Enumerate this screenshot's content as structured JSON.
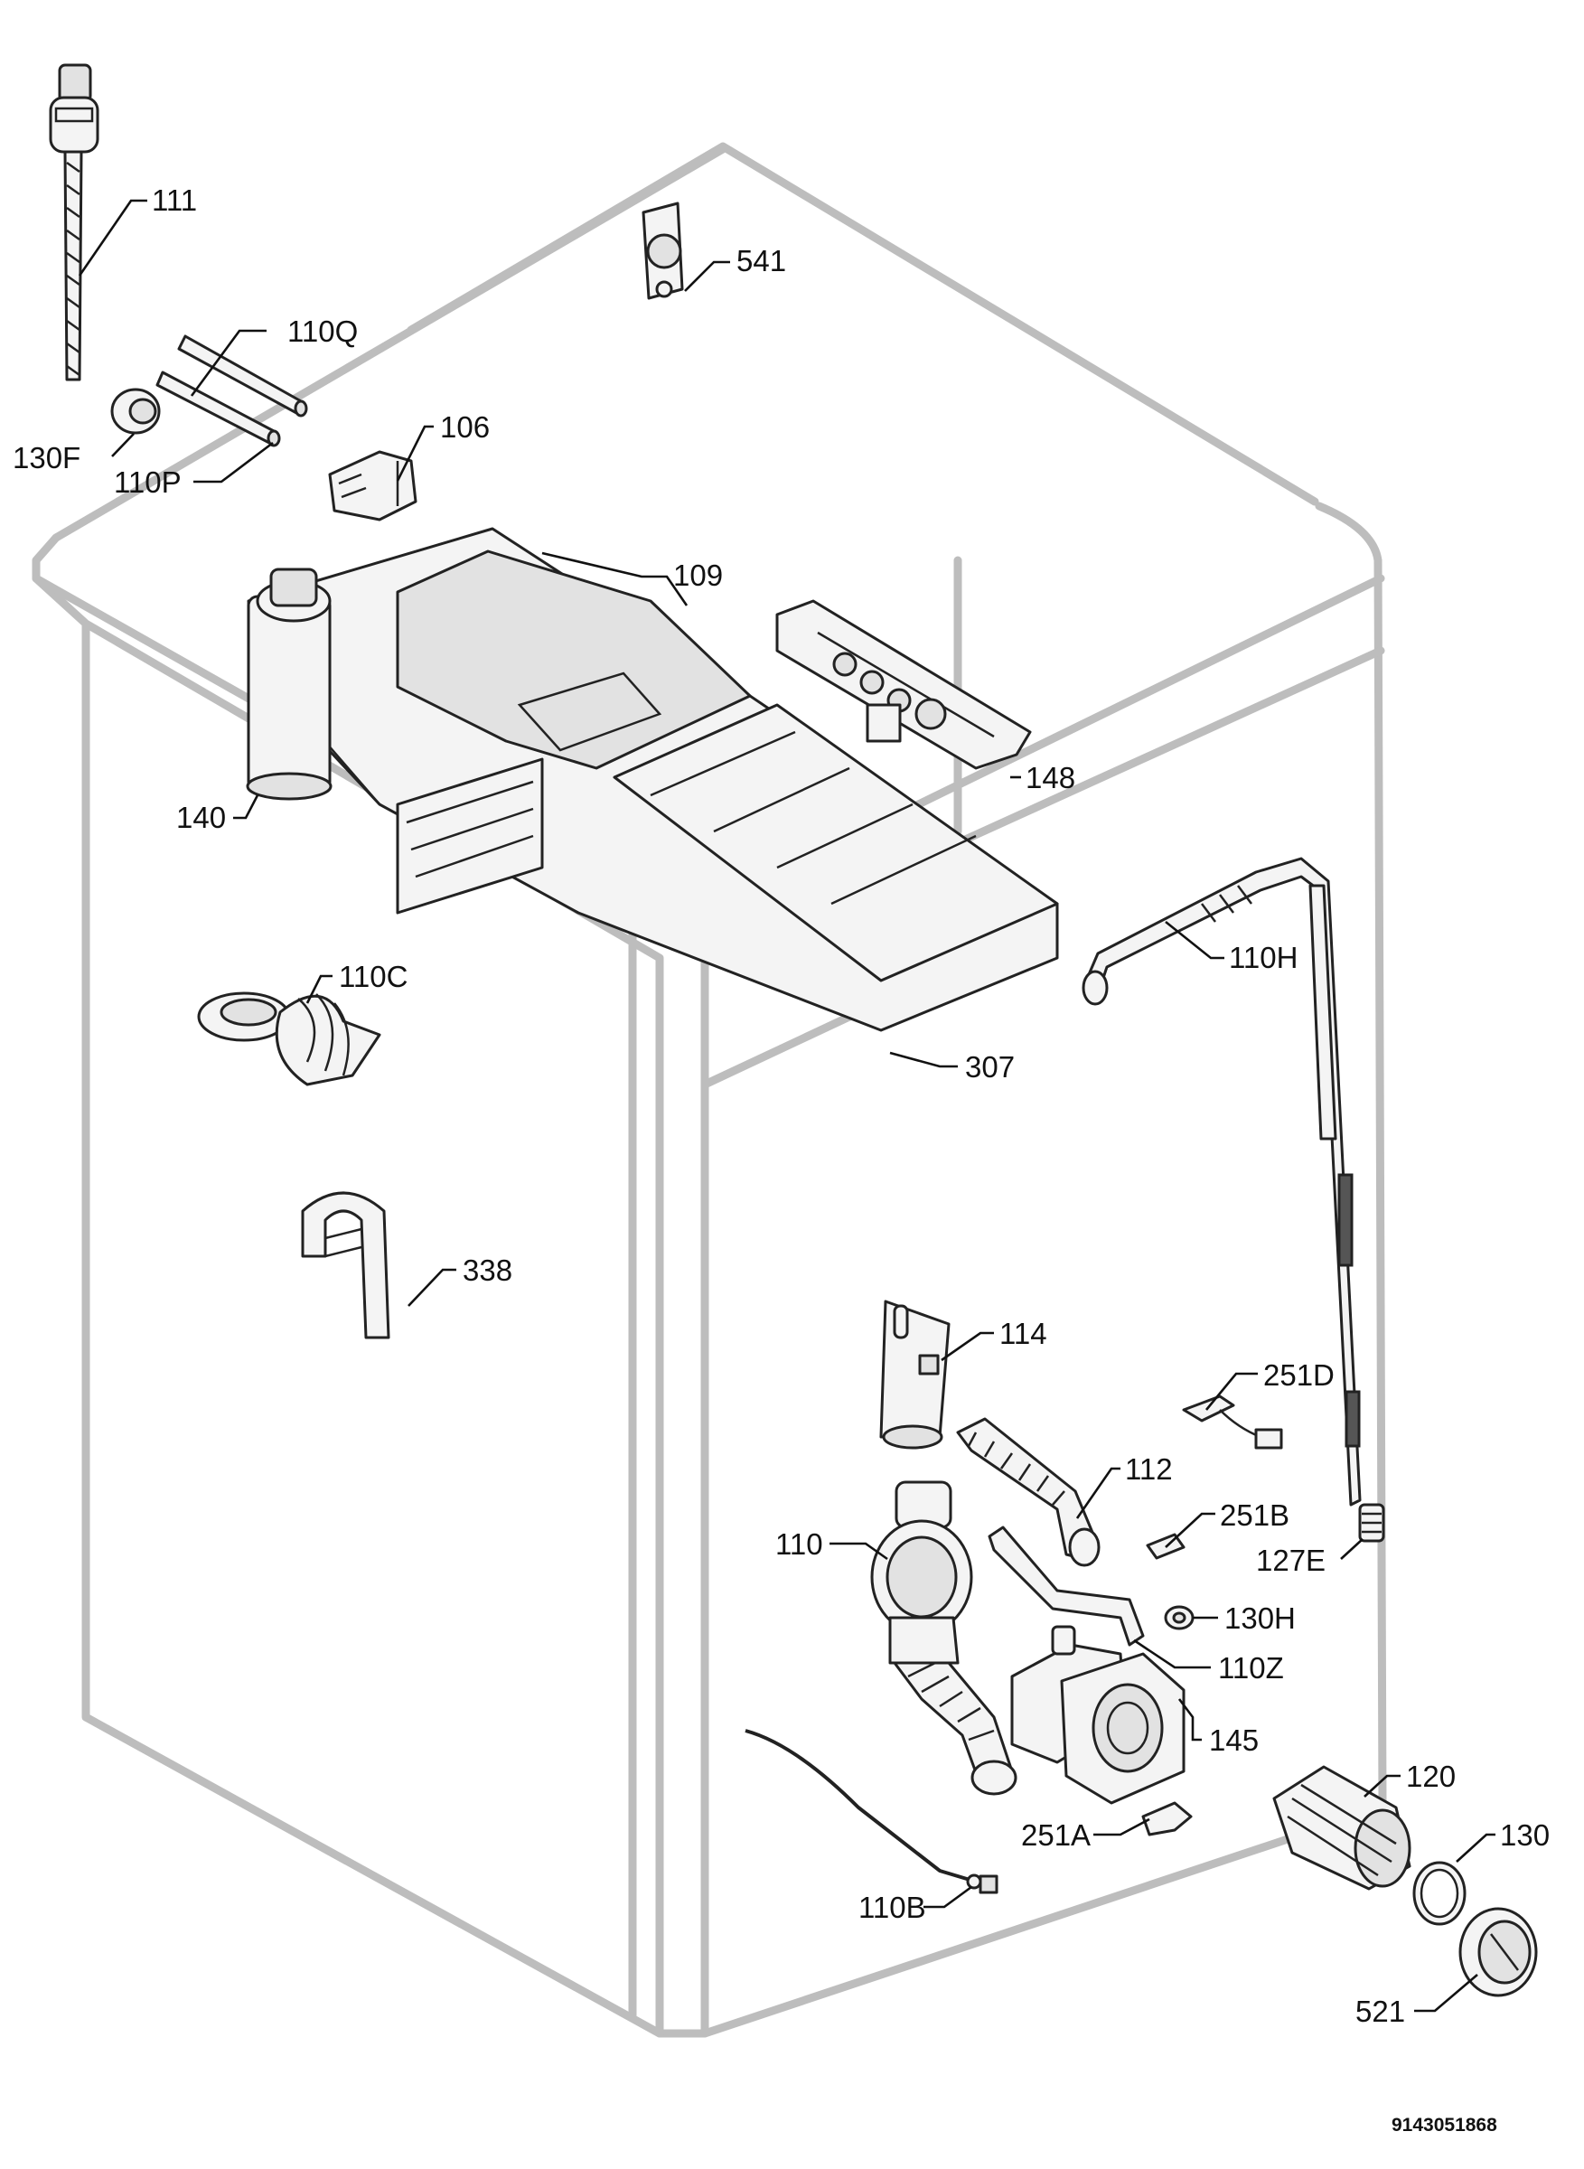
{
  "labels": {
    "p111": "111",
    "p541": "541",
    "p110Q": "110Q",
    "p130F": "130F",
    "p110P": "110P",
    "p106": "106",
    "p109": "109",
    "p148": "148",
    "p140": "140",
    "p110H": "110H",
    "p307": "307",
    "p110C": "110C",
    "p338": "338",
    "p114": "114",
    "p251D": "251D",
    "p112": "112",
    "p251B": "251B",
    "p127E": "127E",
    "p110": "110",
    "p130H": "130H",
    "p110Z": "110Z",
    "p145": "145",
    "p120": "120",
    "p251A": "251A",
    "p130": "130",
    "p110B": "110B",
    "p521": "521"
  },
  "drawing_code": "9143051868"
}
